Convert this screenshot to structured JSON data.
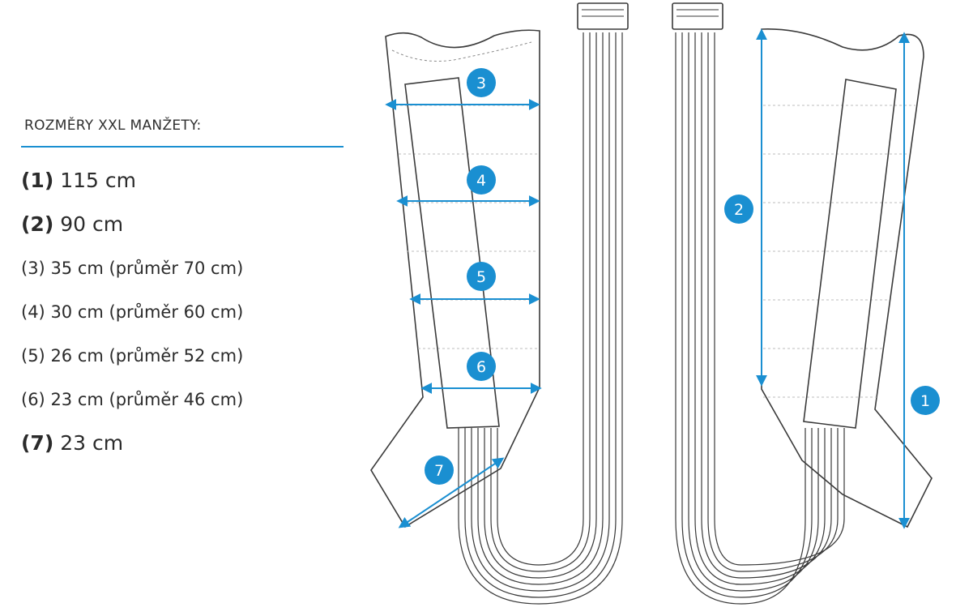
{
  "heading": "ROZMĚRY XXL MANŽETY:",
  "dimensions": [
    {
      "num": "(1)",
      "value": "115 cm",
      "emphasis": true
    },
    {
      "num": "(2)",
      "value": "90 cm",
      "emphasis": true
    },
    {
      "num": "(3)",
      "value": "35 cm (průměr 70 cm)",
      "emphasis": false
    },
    {
      "num": "(4)",
      "value": "30 cm (průměr 60 cm)",
      "emphasis": false
    },
    {
      "num": "(5)",
      "value": "26 cm (průměr 52 cm)",
      "emphasis": false
    },
    {
      "num": "(6)",
      "value": "23 cm (průměr 46 cm)",
      "emphasis": false
    },
    {
      "num": "(7)",
      "value": "23 cm",
      "emphasis": true
    }
  ],
  "markers": [
    "1",
    "2",
    "3",
    "4",
    "5",
    "6",
    "7"
  ],
  "colors": {
    "accent": "#1a8fd1",
    "outline": "#3a3a3a",
    "seam": "#bdbdbd"
  }
}
